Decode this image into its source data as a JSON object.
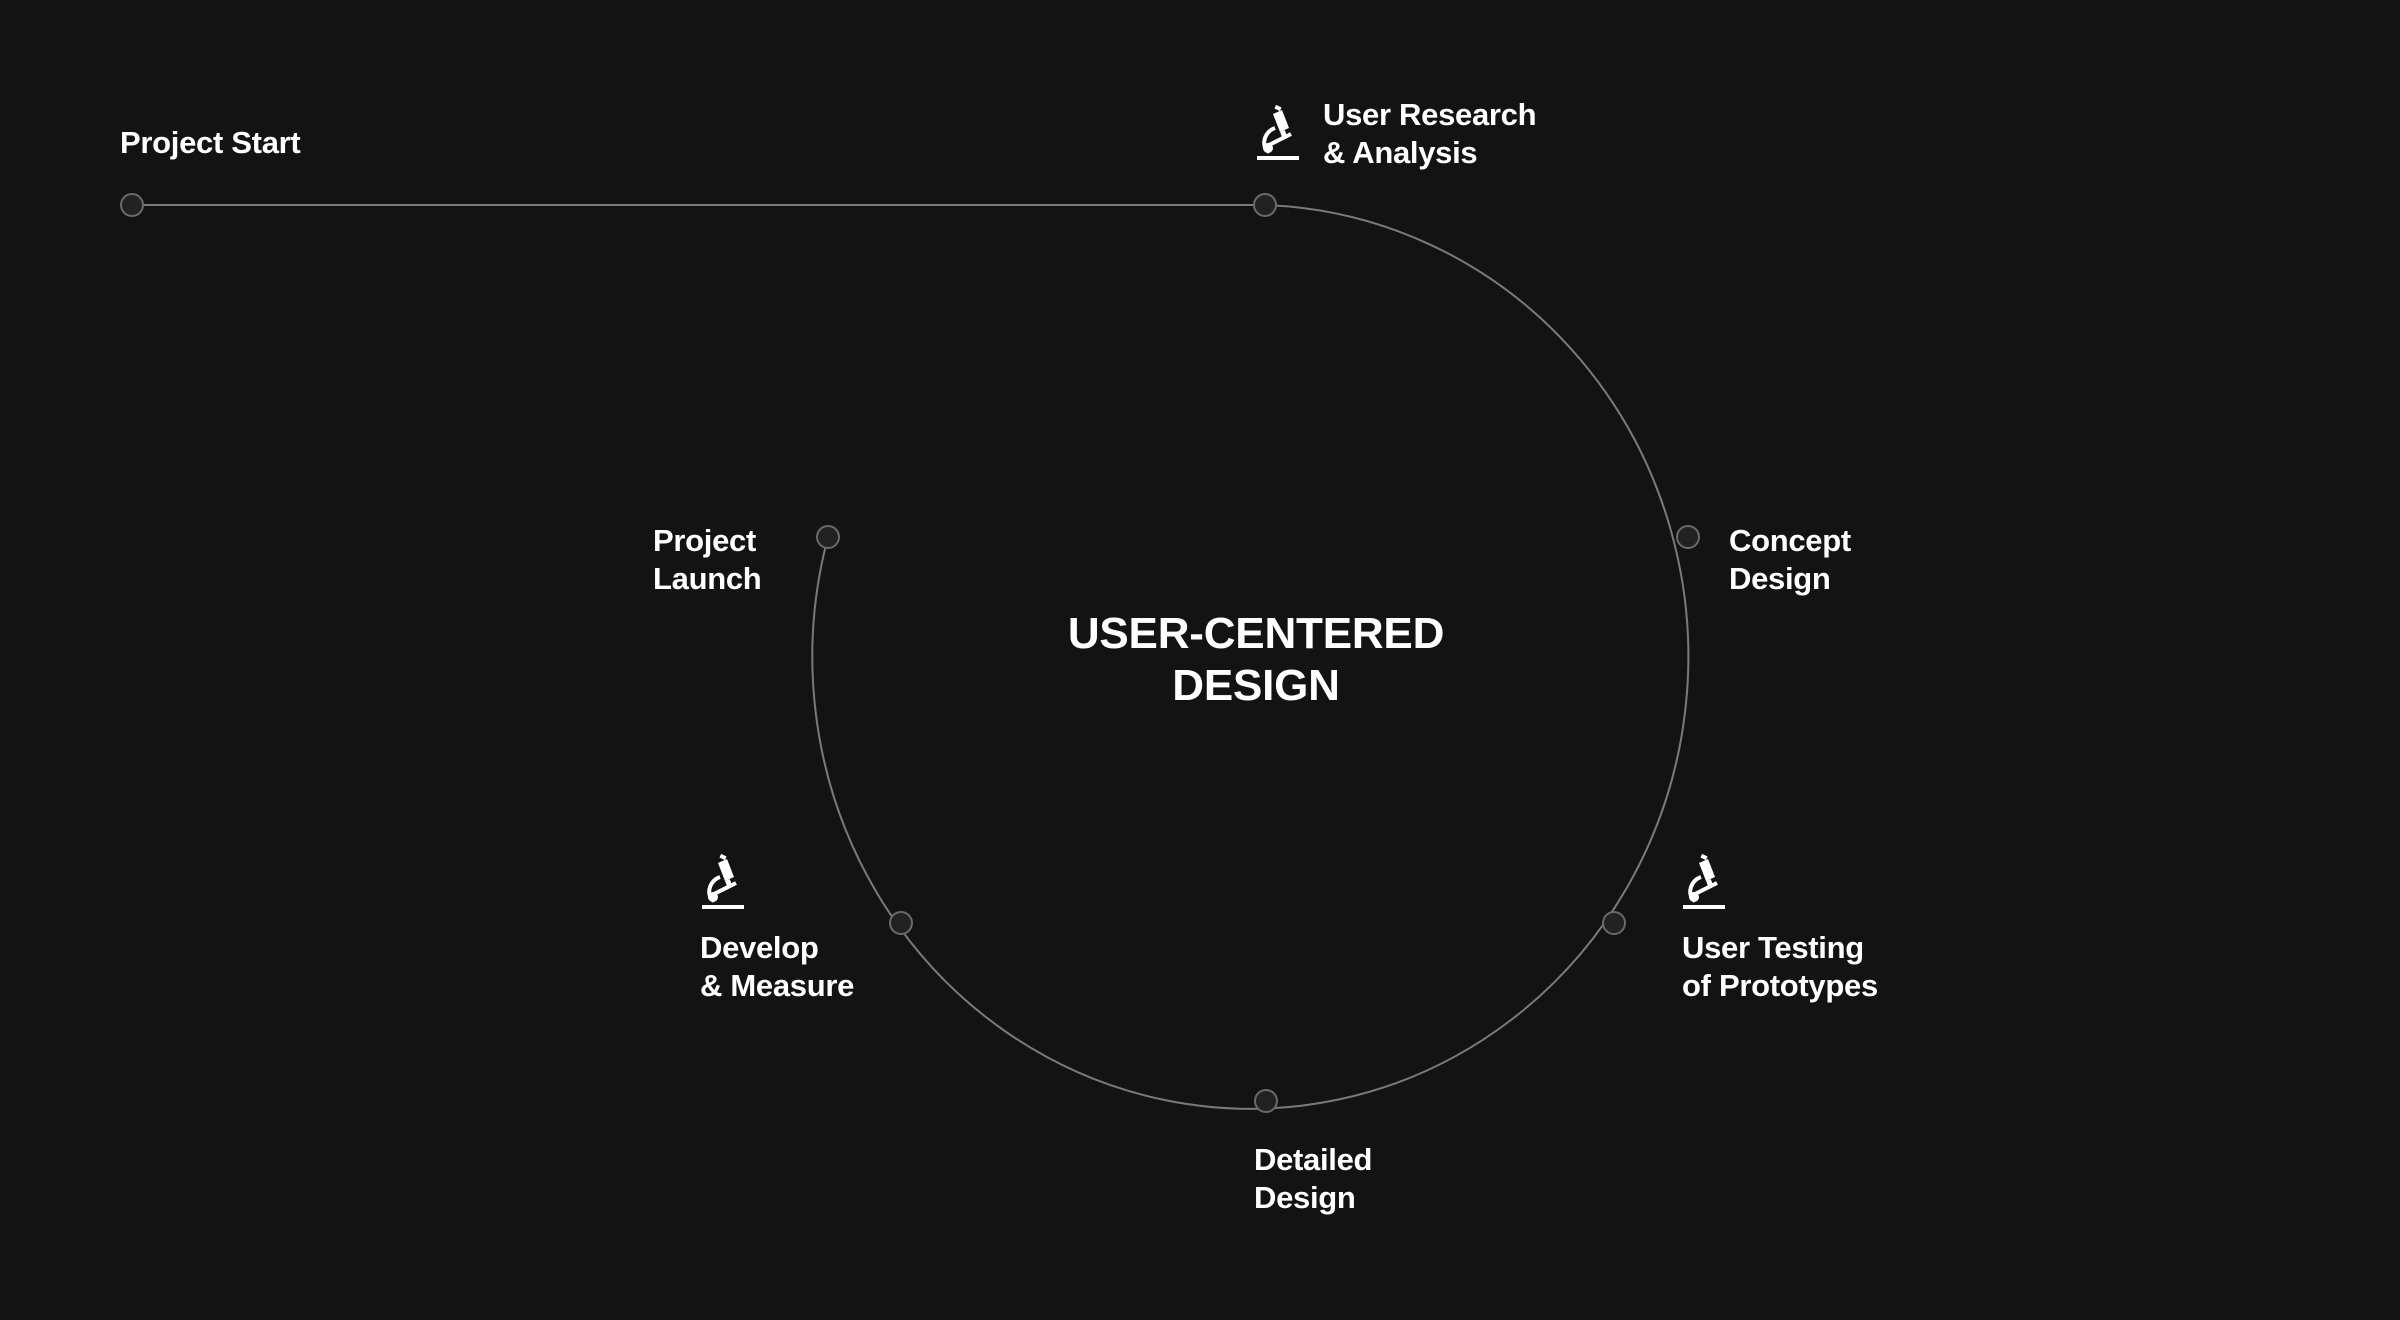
{
  "theme": {
    "background": "#131313",
    "line_color": "#7a7a7a",
    "node_fill": "#222222",
    "node_stroke": "#6a6a6a",
    "text_color": "#ffffff"
  },
  "title": {
    "line1": "USER-CENTERED",
    "line2": "DESIGN"
  },
  "nodes": {
    "project_start": {
      "line1": "Project Start"
    },
    "user_research": {
      "line1": "User Research",
      "line2": "& Analysis",
      "icon": "microscope-icon"
    },
    "concept_design": {
      "line1": "Concept",
      "line2": "Design"
    },
    "user_testing": {
      "line1": "User Testing",
      "line2": "of Prototypes",
      "icon": "microscope-icon"
    },
    "detailed_design": {
      "line1": "Detailed",
      "line2": "Design"
    },
    "develop_measure": {
      "line1": "Develop",
      "line2": "& Measure",
      "icon": "microscope-icon"
    },
    "project_launch": {
      "line1": "Project",
      "line2": "Launch"
    }
  }
}
